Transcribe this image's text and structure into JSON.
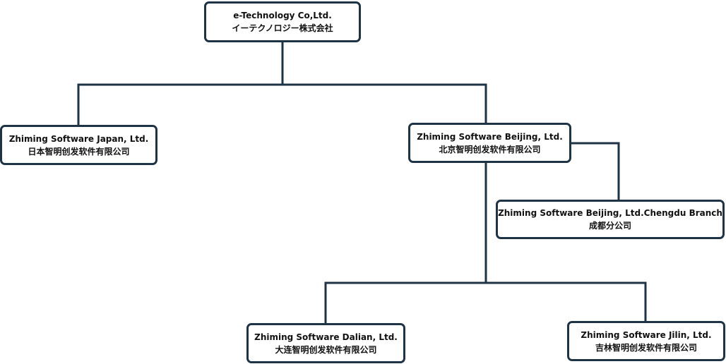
{
  "org_chart": {
    "root": {
      "name_en": "e-Technology Co,Ltd.",
      "name_local": "イーテクノロジー株式会社"
    },
    "japan": {
      "name_en": "Zhiming Software Japan, Ltd.",
      "name_local": "日本智明创发软件有限公司"
    },
    "beijing": {
      "name_en": "Zhiming Software Beijing, Ltd.",
      "name_local": "北京智明创发软件有限公司"
    },
    "chengdu": {
      "name_en": "Zhiming Software Beijing, Ltd.Chengdu Branch",
      "name_local": "成都分公司"
    },
    "dalian": {
      "name_en": "Zhiming Software Dalian, Ltd.",
      "name_local": "大连智明创发软件有限公司"
    },
    "jilin": {
      "name_en": "Zhiming Software Jilin, Ltd.",
      "name_local": "吉林智明创发软件有限公司"
    }
  },
  "colors": {
    "border": "#1f3347",
    "text": "#111111",
    "background": "#ffffff"
  }
}
